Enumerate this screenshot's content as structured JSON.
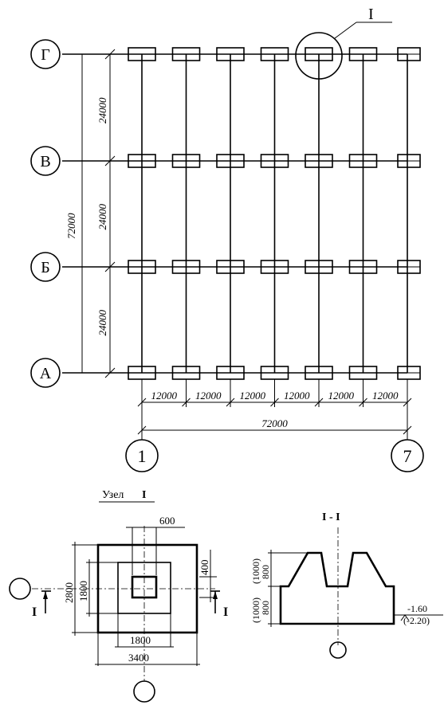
{
  "plan": {
    "row_axes": [
      "Г",
      "В",
      "Б",
      "А"
    ],
    "col_axes_shown": [
      "1",
      "7"
    ],
    "column_count": 7,
    "col_spacing_labels": [
      "12000",
      "12000",
      "12000",
      "12000",
      "12000",
      "12000"
    ],
    "total_width_label": "72000",
    "row_spacing_labels": [
      "24000",
      "24000",
      "24000"
    ],
    "total_height_label": "72000",
    "node_callout": "I"
  },
  "node": {
    "title": "Узел",
    "title_mark": "I",
    "dim_top": "600",
    "dim_right": "400",
    "dim_outer_vertical": "2800",
    "dim_inner_vertical": "1800",
    "dim_inner_horizontal": "1800",
    "dim_outer_horizontal": "3400",
    "section_mark_left": "I",
    "section_mark_right": "I"
  },
  "section": {
    "title": "I - I",
    "dim_upper": "800",
    "dim_upper_paren": "(1000)",
    "dim_lower": "800",
    "dim_lower_paren": "(1000)",
    "elev_top": "-1.60",
    "elev_bottom": "(-2.20)"
  }
}
